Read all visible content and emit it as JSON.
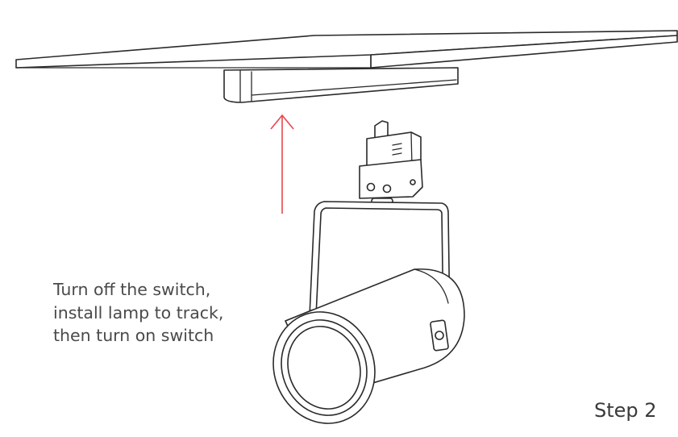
{
  "instruction": {
    "lines": [
      "Turn off the switch,",
      "install lamp to track,",
      "then turn on switch"
    ]
  },
  "step_label": "Step 2",
  "colors": {
    "arrow": "#e8474f",
    "line": "#2a2a2a",
    "text": "#4a4a4a"
  }
}
